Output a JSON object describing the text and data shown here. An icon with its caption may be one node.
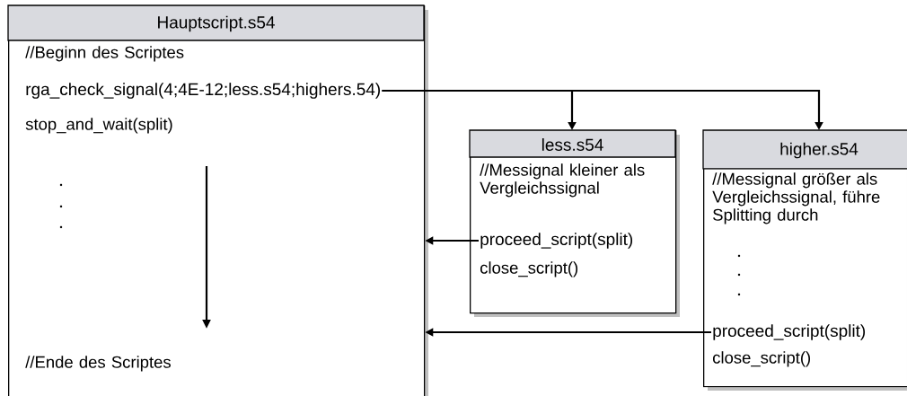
{
  "diagram": {
    "nodes": [
      {
        "text": [
          "Hauptscript.s54",
          "//Beginn des Scriptes",
          "stop_and_wait(split)",
          "//Ende des Scriptes"
        ]
      },
      {
        "text": [
          "rga_check_signal(4;4E-12;less.s54;highers.54)"
        ],
        "in": 0
      },
      {
        "text": [
          "less.s54",
          "//Messignal kleiner als Vergleichssignal",
          "close_script()"
        ]
      },
      {
        "text": [
          "proceed_script(split)"
        ],
        "in": 2
      },
      {
        "text": [
          "higher.s54",
          "//Messignal größer als Vergleichssignal, führe Splitting durch",
          "close_script()"
        ]
      },
      {
        "text": [
          "proceed_script(split)"
        ],
        "in": 4
      }
    ],
    "edges": [
      {
        "from": 1,
        "to": 2,
        "arrow": "to"
      },
      {
        "from": 1,
        "to": 4,
        "arrow": "to"
      },
      {
        "from": 3,
        "to": 0,
        "arrow": "to"
      },
      {
        "from": 5,
        "to": 0,
        "arrow": "to"
      }
    ]
  }
}
